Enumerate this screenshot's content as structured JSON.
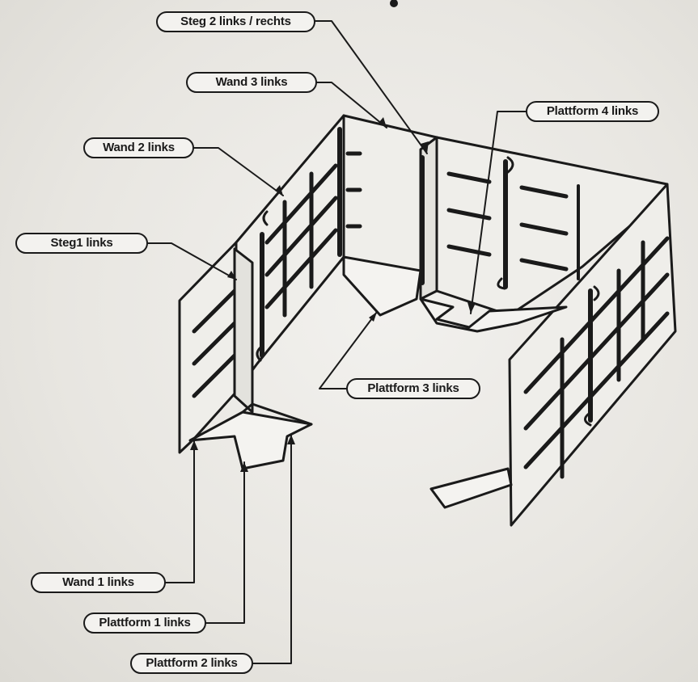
{
  "labels": {
    "steg2": "Steg 2 links / rechts",
    "wand3": "Wand 3 links",
    "plattform4": "Plattform 4 links",
    "wand2": "Wand 2 links",
    "steg1": "Steg1 links",
    "plattform3": "Plattform 3 links",
    "wand1": "Wand 1 links",
    "plattform1": "Plattform 1 links",
    "plattform2": "Plattform 2 links"
  }
}
